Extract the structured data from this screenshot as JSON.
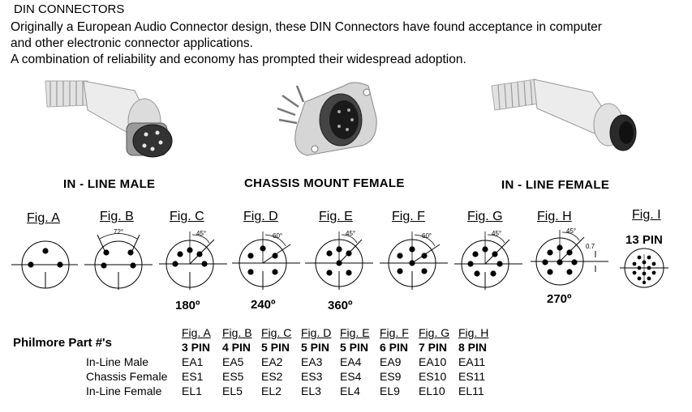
{
  "title": "DIN CONNECTORS",
  "intro": [
    "Originally a European Audio Connector design, these DIN Connectors have found acceptance in computer",
    "and other electronic connector applications.",
    "A combination of reliability and economy has prompted their widespread adoption."
  ],
  "products": [
    {
      "label": "IN - LINE MALE"
    },
    {
      "label": "CHASSIS MOUNT FEMALE"
    },
    {
      "label": "IN - LINE FEMALE"
    }
  ],
  "figures": [
    {
      "label": "Fig. A"
    },
    {
      "label": "Fig. B",
      "angle_mark": "72°"
    },
    {
      "label": "Fig. C",
      "angle_mark": "45°"
    },
    {
      "label": "Fig. D",
      "angle_mark": "60°"
    },
    {
      "label": "Fig. E",
      "angle_mark": "45°"
    },
    {
      "label": "Fig. F",
      "angle_mark": "60°"
    },
    {
      "label": "Fig. G",
      "angle_mark": "45°"
    },
    {
      "label": "Fig. H",
      "angle_mark": "45°",
      "dim_mark": "0.7"
    },
    {
      "label": "Fig. I",
      "pin_label": "13 PIN"
    }
  ],
  "spreads": [
    "180º",
    "240º",
    "360º",
    "270º"
  ],
  "parts": {
    "heading": "Philmore Part #'s",
    "row_labels": [
      "In-Line Male",
      "Chassis Female",
      "In-Line Female"
    ],
    "columns": [
      {
        "fig": "Fig. A",
        "pins": "3 PIN",
        "male": "EA1",
        "chassis": "ES1",
        "female": "EL1"
      },
      {
        "fig": "Fig. B",
        "pins": "4 PIN",
        "male": "EA5",
        "chassis": "ES5",
        "female": "EL5"
      },
      {
        "fig": "Fig. C",
        "pins": "5 PIN",
        "male": "EA2",
        "chassis": "ES2",
        "female": "EL2"
      },
      {
        "fig": "Fig. D",
        "pins": "5 PIN",
        "male": "EA3",
        "chassis": "ES3",
        "female": "EL3"
      },
      {
        "fig": "Fig. E",
        "pins": "5 PIN",
        "male": "EA4",
        "chassis": "ES4",
        "female": "EL4"
      },
      {
        "fig": "Fig. F",
        "pins": "6 PIN",
        "male": "EA9",
        "chassis": "ES9",
        "female": "EL9"
      },
      {
        "fig": "Fig. G",
        "pins": "7 PIN",
        "male": "EA10",
        "chassis": "ES10",
        "female": "EL10"
      },
      {
        "fig": "Fig. H",
        "pins": "8 PIN",
        "male": "EA11",
        "chassis": "ES11",
        "female": "EL11"
      }
    ]
  }
}
